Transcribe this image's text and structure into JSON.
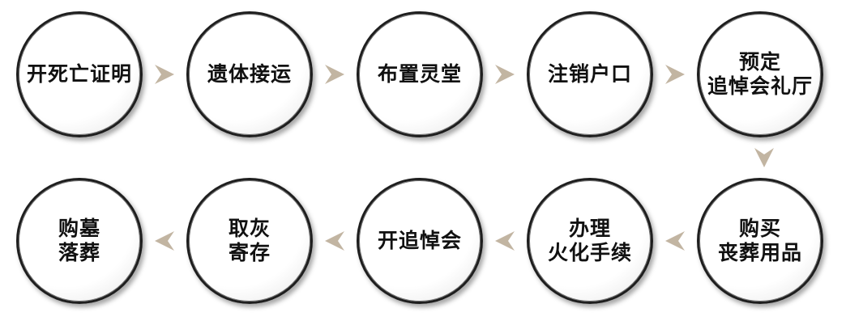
{
  "colors": {
    "arrow": "#c2b5a2",
    "text": "#111111",
    "circle_border": "#1e1e1e"
  },
  "steps": [
    {
      "label": "开死亡证明"
    },
    {
      "label": "遗体接运"
    },
    {
      "label": "布置灵堂"
    },
    {
      "label": "注销户口"
    },
    {
      "label": "预定\n追悼会礼厅"
    },
    {
      "label": "购买\n丧葬用品"
    },
    {
      "label": "办理\n火化手续"
    },
    {
      "label": "开追悼会"
    },
    {
      "label": "取灰\n寄存"
    },
    {
      "label": "购墓\n落葬"
    }
  ]
}
